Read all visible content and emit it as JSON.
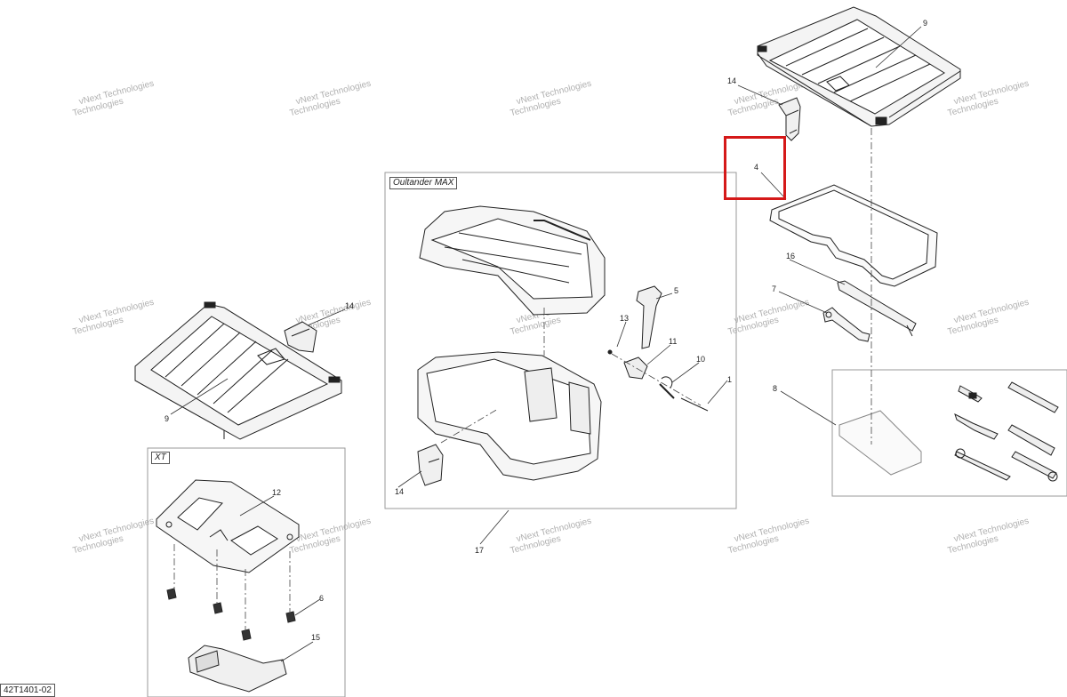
{
  "diagram": {
    "groups": {
      "oultander_max": "Oultander MAX",
      "xt": "XT"
    },
    "parts": {
      "p1": "1",
      "p4": "4",
      "p5": "5",
      "p6": "6",
      "p7": "7",
      "p8": "8",
      "p9_top": "9",
      "p9_left": "9",
      "p10": "10",
      "p11": "11",
      "p12": "12",
      "p13": "13",
      "p14_top": "14",
      "p14_left": "14",
      "p14_center": "14",
      "p15": "15",
      "p16": "16",
      "p17": "17"
    },
    "catalog_id": "42T1401-02",
    "watermark": {
      "line1": "vNext",
      "line2": "Technologies",
      "inline": "vNext Technologies"
    },
    "highlight_color": "#d51919"
  }
}
